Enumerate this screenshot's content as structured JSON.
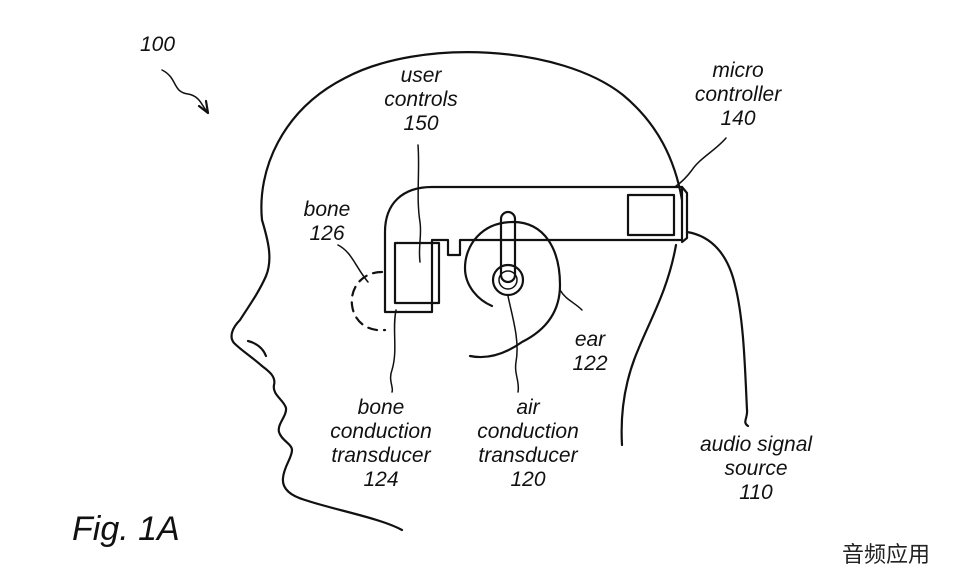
{
  "figure": {
    "ref_overall": "100",
    "fig_label": "Fig. 1A"
  },
  "labels": {
    "user_controls": {
      "line1": "user",
      "line2": "controls",
      "num": "150"
    },
    "micro_controller": {
      "line1": "micro",
      "line2": "controller",
      "num": "140"
    },
    "bone": {
      "line1": "bone",
      "num": "126"
    },
    "ear": {
      "line1": "ear",
      "num": "122"
    },
    "bone_transducer": {
      "line1": "bone",
      "line2": "conduction",
      "line3": "transducer",
      "num": "124"
    },
    "air_transducer": {
      "line1": "air",
      "line2": "conduction",
      "line3": "transducer",
      "num": "120"
    },
    "audio_source": {
      "line1": "audio signal",
      "line2": "source",
      "num": "110"
    }
  },
  "watermark": "音频应用"
}
